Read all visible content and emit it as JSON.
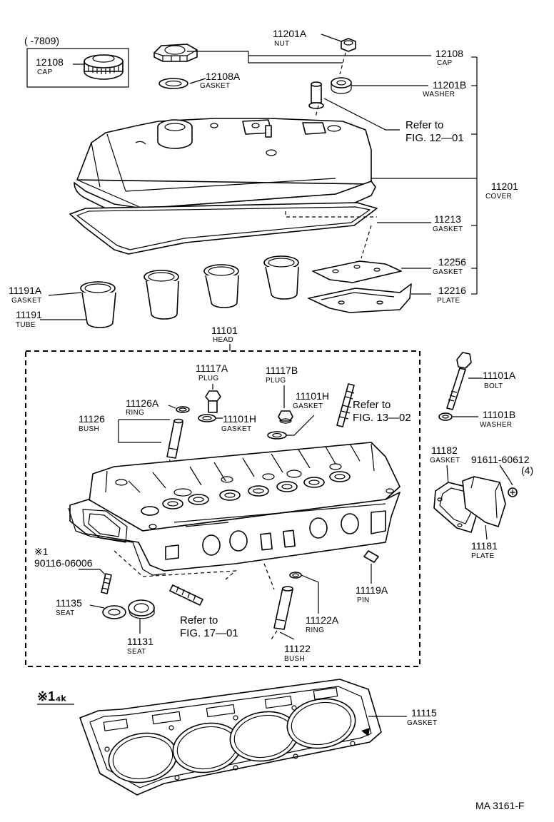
{
  "parts": {
    "cap_old_range": "(      -7809)",
    "cap_old_num": "12108",
    "cap_old_name": "CAP",
    "cap_num": "12108",
    "cap_name": "CAP",
    "cap_gasket_num": "12108A",
    "cap_gasket_name": "GASKET",
    "nut_num": "11201A",
    "nut_name": "NUT",
    "washer_num": "11201B",
    "washer_name": "WASHER",
    "cover_num": "11201",
    "cover_name": "COVER",
    "cover_gasket_num": "11213",
    "cover_gasket_name": "GASKET",
    "plate_gasket_num": "12256",
    "plate_gasket_name": "GASKET",
    "plate_num": "12216",
    "plate_name": "PLATE",
    "tube_gasket_num": "11191A",
    "tube_gasket_name": "GASKET",
    "tube_num": "11191",
    "tube_name": "TUBE",
    "head_num": "11101",
    "head_name": "HEAD",
    "plug_a_num": "11117A",
    "plug_a_name": "PLUG",
    "plug_b_num": "11117B",
    "plug_b_name": "PLUG",
    "ring_a_num": "11126A",
    "ring_a_name": "RING",
    "bush_num": "11126",
    "bush_name": "BUSH",
    "plug_gasket_a_num": "11101H",
    "plug_gasket_a_name": "GASKET",
    "plug_gasket_b_num": "11101H",
    "plug_gasket_b_name": "GASKET",
    "bolt_num": "11101A",
    "bolt_name": "BOLT",
    "bolt_washer_num": "11101B",
    "bolt_washer_name": "WASHER",
    "side_gasket_num": "11182",
    "side_gasket_name": "GASKET",
    "side_bolt_num": "91611-60612",
    "side_bolt_qty": "(4)",
    "side_plate_num": "11181",
    "side_plate_name": "PLATE",
    "stud_note": "※1",
    "stud_num": "90116-06006",
    "seat_a_num": "11135",
    "seat_a_name": "SEAT",
    "seat_b_num": "11131",
    "seat_b_name": "SEAT",
    "pin_num": "11119A",
    "pin_name": "PIN",
    "ring_b_num": "11122A",
    "ring_b_name": "RING",
    "bush_b_num": "11122",
    "bush_b_name": "BUSH",
    "head_gasket_num": "11115",
    "head_gasket_name": "GASKET"
  },
  "refs": {
    "fig_12_refer": "Refer to",
    "fig_12": "FIG. 12—01",
    "fig_13_refer": "Refer to",
    "fig_13": "FIG. 13—02",
    "fig_17_refer": "Refer to",
    "fig_17": "FIG. 17—01"
  },
  "note_14k": "※1₄ₖ",
  "figure_code": "MA  3161-F"
}
